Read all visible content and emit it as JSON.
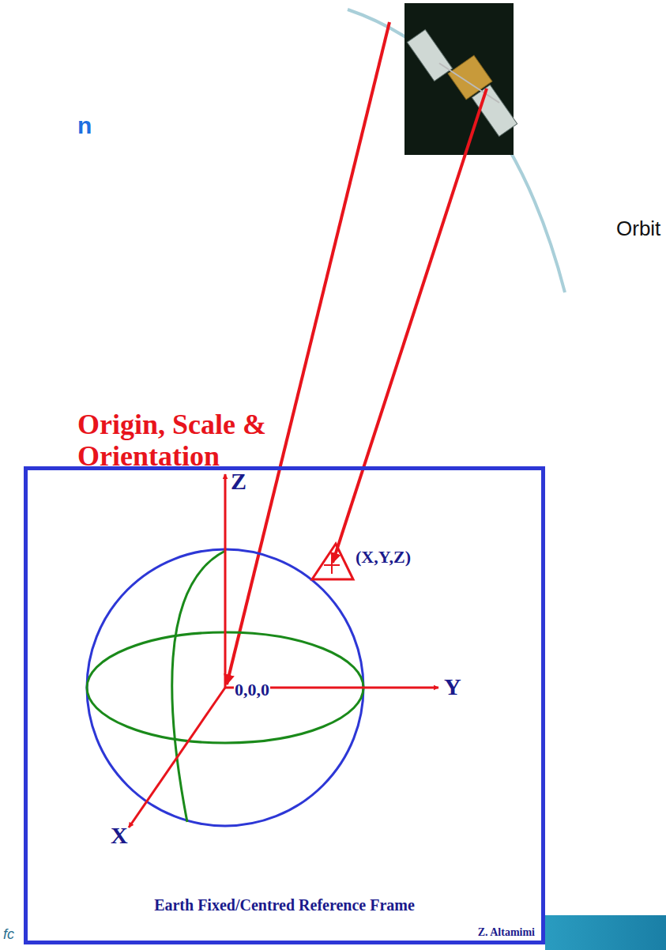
{
  "diagram": {
    "nodes": [
      {
        "text": [
          "Origin, Scale & Orientation",
          "Earth Fixed/Centred Reference Frame",
          "Z. Altamimi"
        ]
      }
    ],
    "labels": [
      "n",
      "Orbit",
      "Z",
      "Y",
      "X",
      "0,0,0",
      "(X,Y,Z)",
      "fc"
    ]
  }
}
